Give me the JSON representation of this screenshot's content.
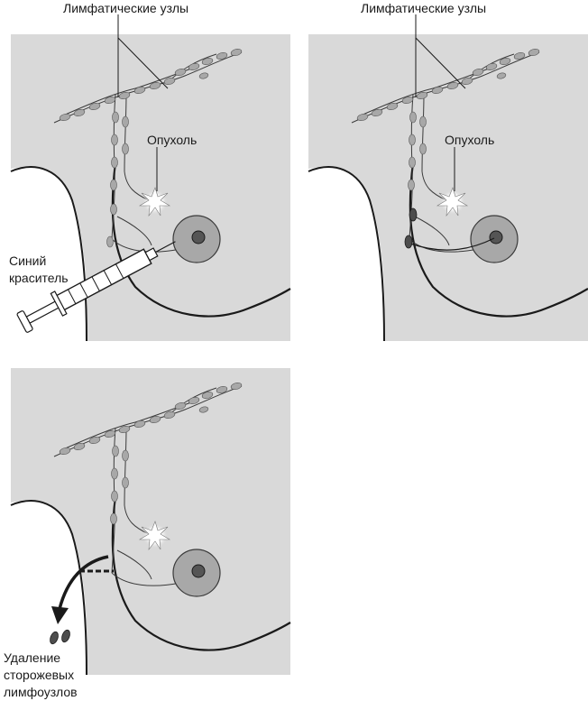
{
  "panels": {
    "panel_1": {
      "lymph_nodes_label": "Лимфатические узлы",
      "tumor_label": "Опухоль",
      "dye_label_line1": "Синий",
      "dye_label_line2": "краситель"
    },
    "panel_2": {
      "lymph_nodes_label": "Лимфатические узлы",
      "tumor_label": "Опухоль"
    },
    "panel_3": {
      "removal_label_line1": "Удаление",
      "removal_label_line2": "сторожевых",
      "removal_label_line3": "лимфоузлов"
    }
  },
  "colors": {
    "panel_fill": "#d9d9d9",
    "body_fill": "#ffffff",
    "node_fill": "#a8a8a8",
    "stained_node_fill": "#4d4d4d",
    "line": "#1a1a1a"
  }
}
